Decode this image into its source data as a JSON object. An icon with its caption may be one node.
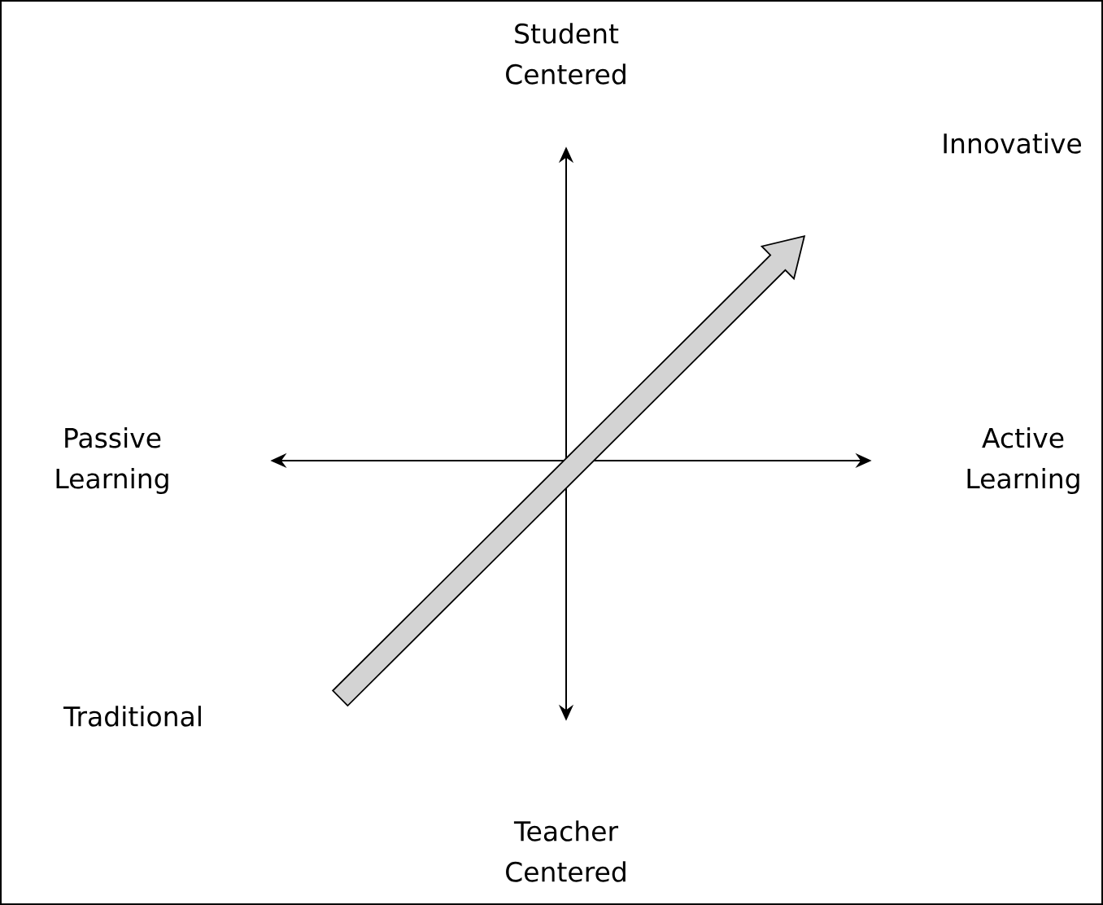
{
  "diagram": {
    "nodes": [
      {
        "text": [
          "Student Centered"
        ]
      },
      {
        "text": [
          "Innovative"
        ]
      },
      {
        "text": [
          "Passive Learning"
        ]
      },
      {
        "text": [
          "Active Learning"
        ]
      },
      {
        "text": [
          "Traditional"
        ]
      },
      {
        "text": [
          "Teacher Centered"
        ]
      }
    ],
    "edges": [
      {
        "from": 5,
        "to": 0,
        "arrow": "both"
      },
      {
        "from": 2,
        "to": 3,
        "arrow": "both"
      },
      {
        "from": 4,
        "to": 1,
        "arrow": "to",
        "style": "thick",
        "color": "#d3d3d3"
      }
    ]
  }
}
